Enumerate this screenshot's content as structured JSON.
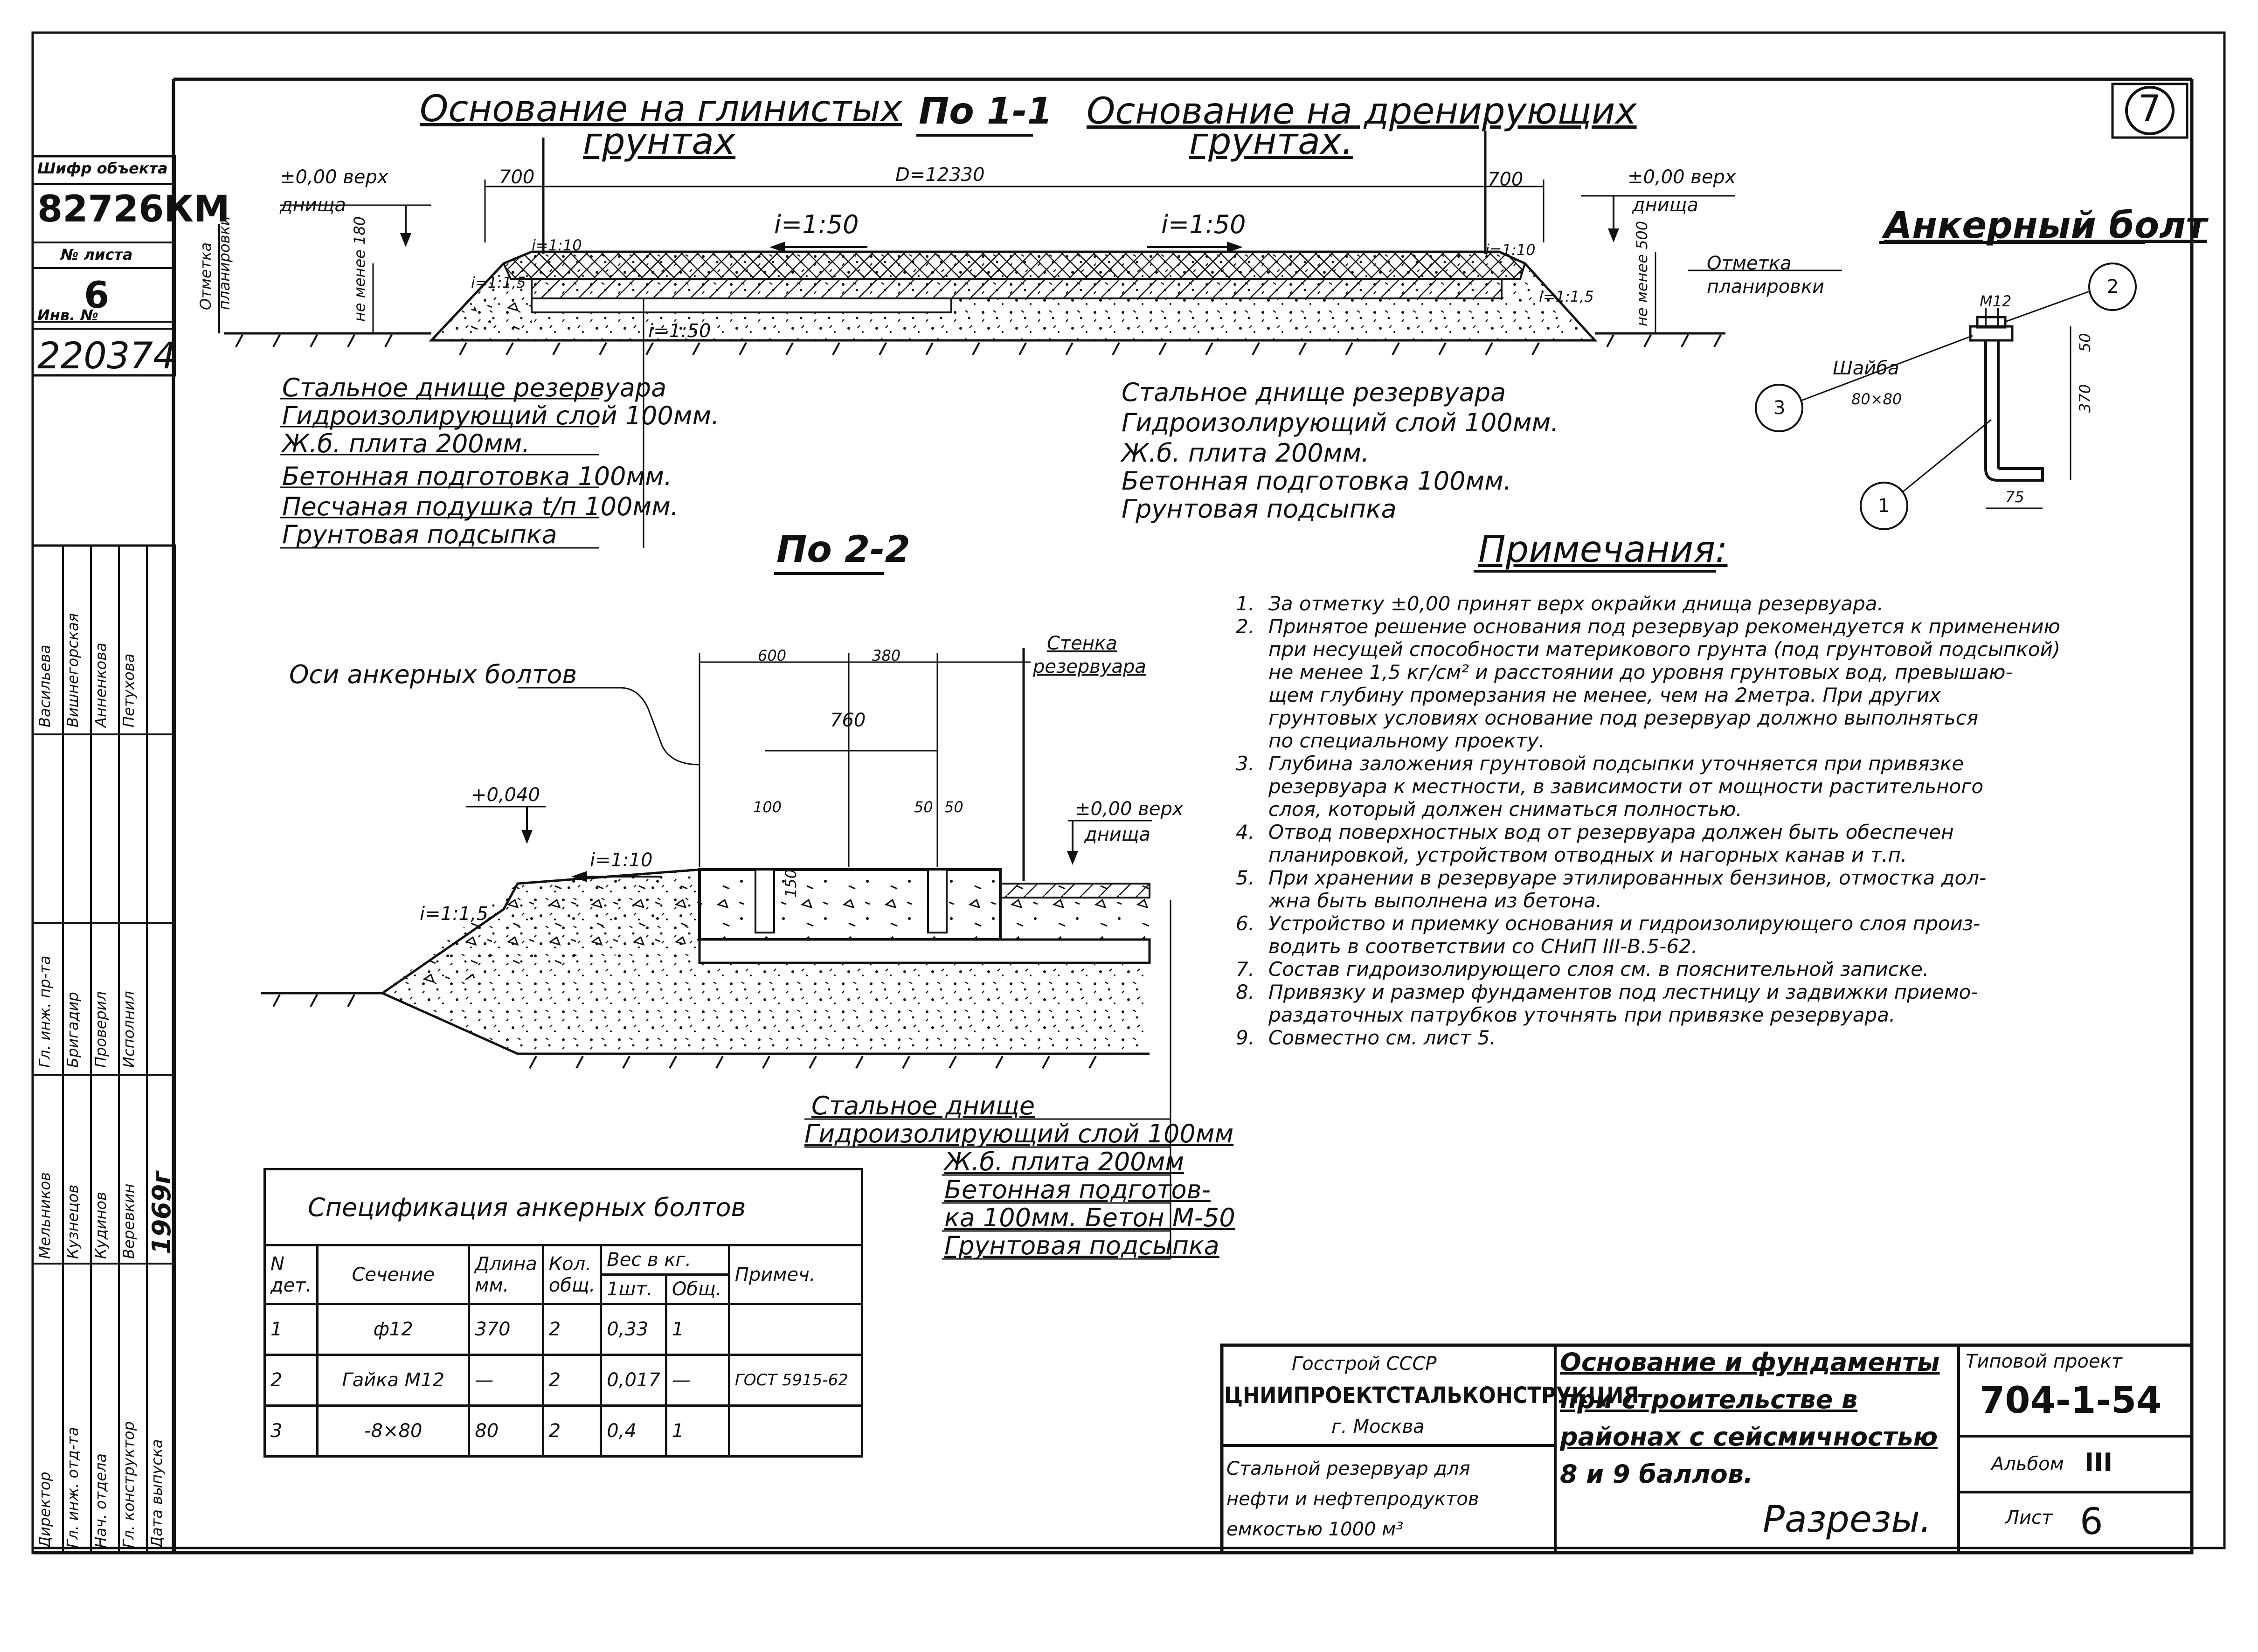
{
  "sheet_number": "7",
  "section_1": {
    "title": "По 1-1",
    "left_label": [
      "Основание на глинистых",
      "грунтах"
    ],
    "right_label": [
      "Основание на дренирующих",
      "грунтах."
    ],
    "diameter": "D=12330",
    "dim_700": "700",
    "slope_1_50": "i=1:50",
    "slope_1_15": "i=1:1,5",
    "slope_1_10": "i=1:10",
    "elev_top": "±0,00 верх",
    "elev_top2": "днища",
    "marker_grade": [
      "Отметка",
      "планировки"
    ],
    "min_180": "не менее 180",
    "min_500": "не менее 500",
    "layers_left": [
      "Стальное днище резервуара",
      "Гидроизолирующий слой 100мм.",
      "Ж.б. плита 200мм.",
      "Бетонная подготовка 100мм.",
      "Песчаная подушка t/п 100мм.",
      "Грунтовая подсыпка"
    ],
    "layers_right": [
      "Стальное днище резервуара",
      "Гидроизолирующий слой 100мм.",
      "Ж.б. плита 200мм.",
      "Бетонная подготовка 100мм.",
      "Грунтовая подсыпка"
    ]
  },
  "section_2": {
    "title": "По 2-2",
    "axis_label": "Оси анкерных болтов",
    "wall_label": [
      "Стенка",
      "резервуара"
    ],
    "dim_600": "600",
    "dim_380": "380",
    "dim_760": "760",
    "dim_100": "100",
    "dim_50a": "50",
    "dim_50b": "50",
    "dim_150": "150",
    "elev_040": "+0,040",
    "elev_top": "±0,00 верх",
    "elev_top2": "днища",
    "slope_1_10": "i=1:10",
    "slope_1_15": "i=1:1,5",
    "layers": [
      "Стальное днище",
      "Гидроизолирующий слой 100мм",
      "Ж.б. плита 200мм",
      "Бетонная подготов-",
      "ка 100мм. Бетон М-50",
      "Грунтовая подсыпка"
    ]
  },
  "anchor_bolt": {
    "title": "Анкерный болт",
    "m12": "М12",
    "washer": "Шайба",
    "washer_size": "80×80",
    "callouts": [
      "1",
      "2",
      "3"
    ],
    "dim_50": "50",
    "dim_370": "370",
    "dim_75": "75"
  },
  "notes": {
    "title": "Примечания:",
    "items": [
      {
        "n": "1.",
        "text": "За отметку ±0,00 принят верх окрайки днища резервуара."
      },
      {
        "n": "2.",
        "text": "Принятое решение основания под резервуар рекомендуется к применению\nпри несущей способности материкового грунта (под грунтовой подсыпкой)\nне менее 1,5 кг/см² и расстоянии до уровня грунтовых вод, превышаю-\nщем глубину промерзания не менее, чем на 2метра. При других\nгрунтовых условиях основание под резервуар должно выполняться\nпо специальному проекту."
      },
      {
        "n": "3.",
        "text": "Глубина заложения грунтовой подсыпки уточняется при привязке\nрезервуара к местности, в зависимости от мощности растительного\nслоя, который должен сниматься полностью."
      },
      {
        "n": "4.",
        "text": "Отвод поверхностных вод от резервуара должен быть обеспечен\nпланировкой, устройством отводных и нагорных канав и т.п."
      },
      {
        "n": "5.",
        "text": "При хранении в резервуаре этилированных бензинов, отмостка дол-\nжна быть выполнена из бетона."
      },
      {
        "n": "6.",
        "text": "Устройство и приемку основания и гидроизолирующего слоя произ-\nводить в соответствии со СНиП III-В.5-62."
      },
      {
        "n": "7.",
        "text": "Состав гидроизолирующего слоя см. в пояснительной записке."
      },
      {
        "n": "8.",
        "text": "Привязку и размер фундаментов под лестницу и задвижки приемо-\nраздаточных патрубков уточнять при привязке резервуара."
      },
      {
        "n": "9.",
        "text": "Совместно см. лист 5."
      }
    ]
  },
  "spec_table": {
    "title": "Спецификация анкерных болтов",
    "headers": {
      "n": "N дет.",
      "section": "Сечение",
      "length": "Длина мм.",
      "qty": "Кол. общ.",
      "weight": "Вес в кг.",
      "w1": "1шт.",
      "wt": "Общ.",
      "note": "Примеч."
    },
    "rows": [
      {
        "n": "1",
        "section": "ф12",
        "length": "370",
        "qty": "2",
        "w1": "0,33",
        "wt": "1",
        "note": ""
      },
      {
        "n": "2",
        "section": "Гайка М12",
        "length": "—",
        "qty": "2",
        "w1": "0,017",
        "wt": "—",
        "note": "ГОСТ 5915-62"
      },
      {
        "n": "3",
        "section": "-8×80",
        "length": "80",
        "qty": "2",
        "w1": "0,4",
        "wt": "1",
        "note": ""
      }
    ]
  },
  "title_block": {
    "org_line1": "Госстрой СССР",
    "org_line2": "ЦНИИПРОЕКТСТАЛЬКОНСТРУКЦИЯ",
    "org_line3": "г. Москва",
    "object_desc": [
      "Стальной резервуар для",
      "нефти и нефтепродуктов",
      "емкостью 1000 м³"
    ],
    "drawing_title": [
      "Основание и фундаменты",
      "при строительстве в",
      "районах с сейсмичностью",
      "8 и 9 баллов."
    ],
    "drawing_subtitle": "Разрезы.",
    "project_label": "Типовой проект",
    "project_number": "704-1-54",
    "album_label": "Альбом",
    "album_value": "III",
    "sheet_label": "Лист",
    "sheet_value": "6"
  },
  "side_block": {
    "cipher_label": "Шифр объекта",
    "cipher_value": "82726КМ",
    "sheet_no_label": "№ листа",
    "sheet_no_value": "6",
    "inv_label": "Инв. №",
    "inv_value": "220374",
    "roles": [
      "Директор",
      "Гл. инж. отд-та",
      "Нач. отдела",
      "Гл. конструктор",
      "Гл. инж. пр-та",
      "Бригадир",
      "Проверил",
      "Исполнил"
    ],
    "names": [
      "Мельников",
      "Кузнецов",
      "Кудинов",
      "Веревкин",
      "Васильева",
      "Вишнегорская",
      "Анненкова",
      "Петухова"
    ],
    "year": "1969г",
    "release_label": "Дата выпуска"
  }
}
